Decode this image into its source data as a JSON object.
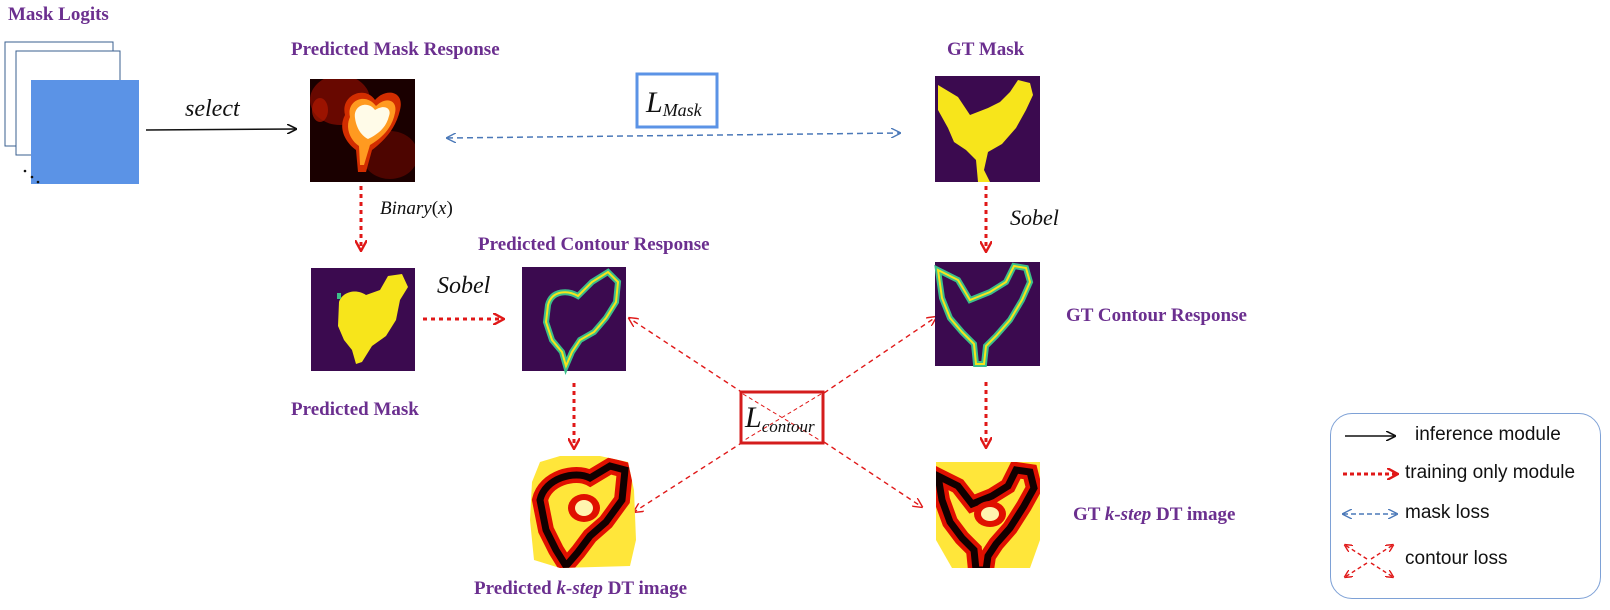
{
  "labels": {
    "mask_logits": "Mask Logits",
    "pred_mask_response": "Predicted Mask Response",
    "gt_mask": "GT Mask",
    "pred_contour_response": "Predicted Contour Response",
    "gt_contour_response": "GT Contour Response",
    "pred_mask": "Predicted Mask",
    "pred_dt_pre": "Predicted ",
    "pred_dt_k": "k-step",
    "pred_dt_post": " DT image",
    "gt_dt_pre": "GT ",
    "gt_dt_k": "k-step",
    "gt_dt_post": " DT image"
  },
  "ops": {
    "select": "select",
    "binary_fn": "Binary",
    "binary_arg": "(x)",
    "sobel_left": "Sobel",
    "sobel_right": "Sobel"
  },
  "losses": {
    "mask_L": "L",
    "mask_sub": "Mask",
    "contour_L": "L",
    "contour_sub": "contour"
  },
  "legend": {
    "inference": "inference module",
    "training": "training only module",
    "mask_loss": "mask loss",
    "contour_loss": "contour loss"
  },
  "colors": {
    "label_purple": "#6b2f8f",
    "logit_blue": "#5b93e6",
    "train_red": "#e01818",
    "mask_loss_blue": "#4a78b8",
    "dark_purple": "#3b0a4f",
    "yellow": "#f7e51b",
    "contour_green": "#3cbf8a"
  }
}
